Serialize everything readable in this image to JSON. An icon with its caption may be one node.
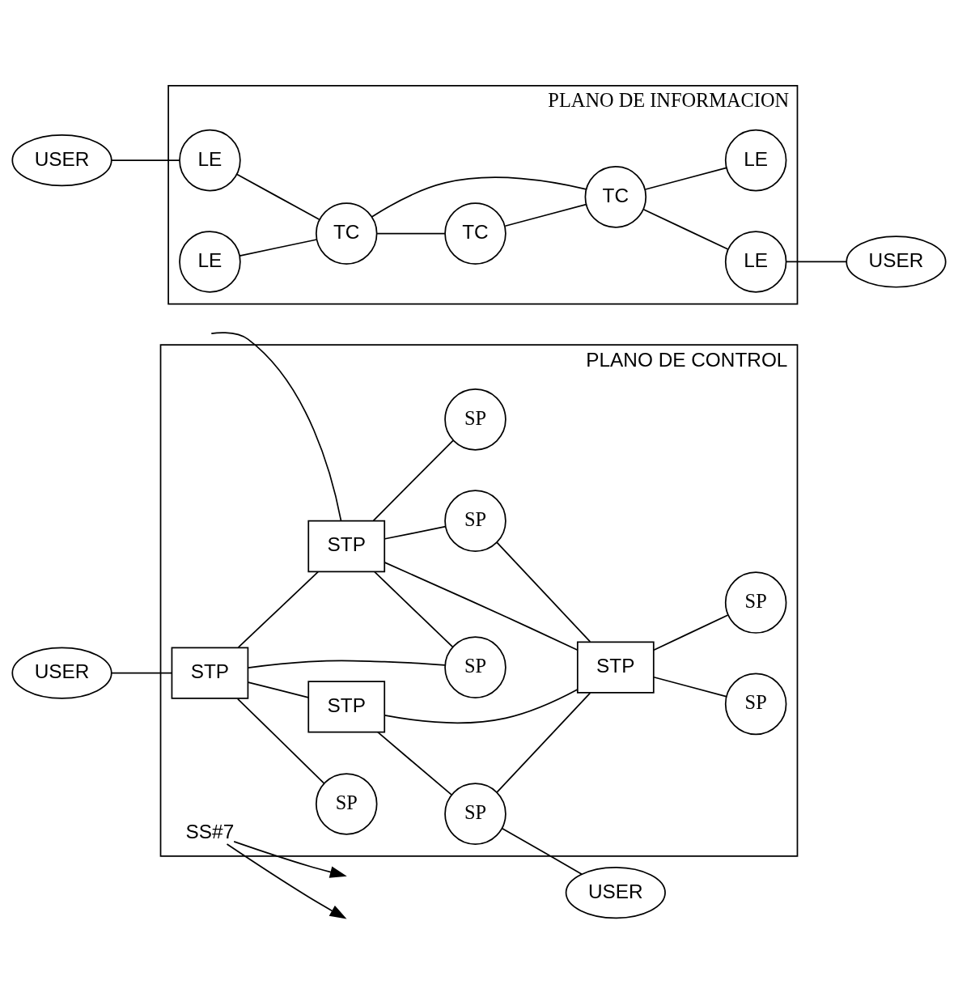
{
  "diagram": {
    "nodes": [
      {
        "text": [
          "PLANO DE CONTROL"
        ]
      },
      {
        "text": [
          "SS#7"
        ],
        "in": 0
      },
      {
        "text": [
          "USER"
        ]
      },
      {
        "text": [
          "STP"
        ],
        "in": 0
      },
      {
        "text": [
          "STP"
        ],
        "in": 0
      },
      {
        "text": [
          "SP"
        ],
        "in": 0
      },
      {
        "text": [
          "USER"
        ]
      },
      {
        "text": [
          "SP"
        ],
        "in": 0
      },
      {
        "text": [
          "STP"
        ],
        "in": 0
      },
      {
        "text": [
          "STP"
        ],
        "in": 0
      },
      {
        "text": [
          "SP"
        ],
        "in": 0
      },
      {
        "text": [
          "SP"
        ],
        "in": 0
      },
      {
        "text": [
          "SP"
        ],
        "in": 0
      },
      {
        "text": [
          "SP"
        ],
        "in": 0
      },
      {
        "text": [
          "SP"
        ],
        "in": 0
      },
      {
        "text": [
          "PLANO DE INFORMACION"
        ]
      },
      {
        "text": [
          "USER"
        ]
      },
      {
        "text": [
          "LE"
        ],
        "in": 15
      },
      {
        "text": [
          "LE"
        ],
        "in": 15
      },
      {
        "text": [
          "USER"
        ]
      },
      {
        "text": [
          "TC"
        ],
        "in": 15
      },
      {
        "text": [
          "LE"
        ],
        "in": 15
      },
      {
        "text": [
          "LE"
        ],
        "in": 15
      },
      {
        "text": [
          "TC"
        ],
        "in": 15
      },
      {
        "text": [
          "TC"
        ],
        "in": 15
      }
    ],
    "edges": [
      {
        "from": 1,
        "to": null,
        "arrow": "to"
      },
      {
        "from": 1,
        "to": null,
        "arrow": "to"
      },
      {
        "from": 2,
        "to": 3,
        "arrow": "none"
      },
      {
        "from": 3,
        "to": 4,
        "arrow": "none"
      },
      {
        "from": 4,
        "to": 5,
        "arrow": "none"
      },
      {
        "from": 5,
        "to": 6,
        "arrow": "none"
      },
      {
        "from": 3,
        "to": 7,
        "arrow": "none"
      },
      {
        "from": 3,
        "to": 8,
        "arrow": "none"
      },
      {
        "from": 4,
        "to": 9,
        "arrow": "none"
      },
      {
        "from": 5,
        "to": 9,
        "arrow": "none"
      },
      {
        "from": 3,
        "to": 10,
        "arrow": "none"
      },
      {
        "from": null,
        "to": 8,
        "arrow": "none"
      },
      {
        "from": 8,
        "to": 9,
        "arrow": "none"
      },
      {
        "from": 8,
        "to": 10,
        "arrow": "none"
      },
      {
        "from": 8,
        "to": 13,
        "arrow": "none"
      },
      {
        "from": 8,
        "to": 11,
        "arrow": "none"
      },
      {
        "from": 11,
        "to": 9,
        "arrow": "none"
      },
      {
        "from": 9,
        "to": 12,
        "arrow": "none"
      },
      {
        "from": 9,
        "to": 14,
        "arrow": "none"
      },
      {
        "from": 16,
        "to": 17,
        "arrow": "none"
      },
      {
        "from": 17,
        "to": 23,
        "arrow": "none"
      },
      {
        "from": 21,
        "to": 23,
        "arrow": "none"
      },
      {
        "from": 23,
        "to": 20,
        "arrow": "none"
      },
      {
        "from": 20,
        "to": 24,
        "arrow": "none"
      },
      {
        "from": 23,
        "to": 24,
        "arrow": "none"
      },
      {
        "from": 24,
        "to": 18,
        "arrow": "none"
      },
      {
        "from": 18,
        "to": 19,
        "arrow": "none"
      },
      {
        "from": 24,
        "to": 22,
        "arrow": "none"
      }
    ]
  }
}
